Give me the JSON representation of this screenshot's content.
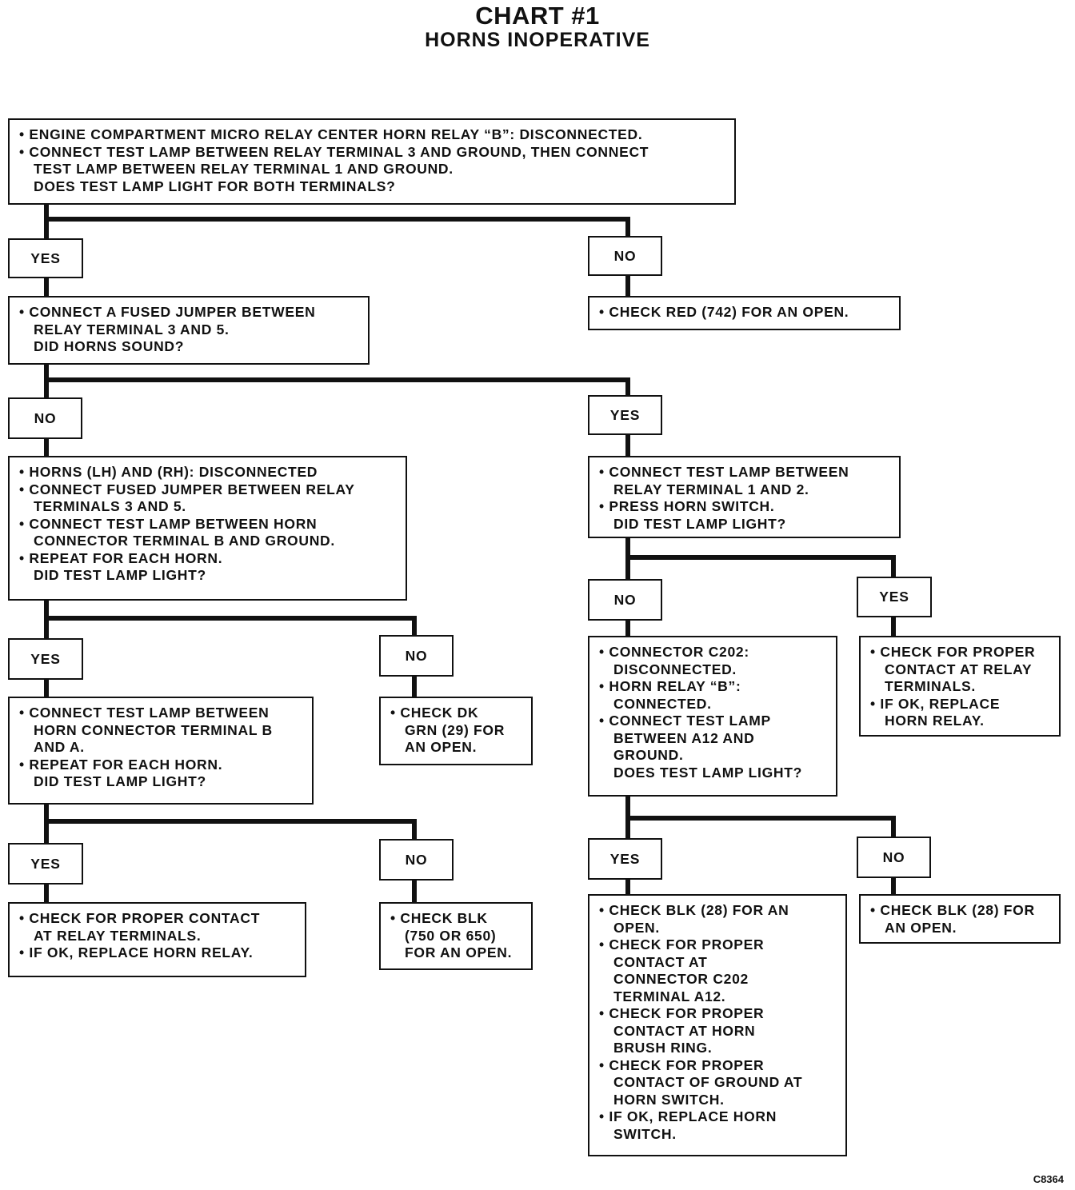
{
  "header": {
    "title": "CHART #1",
    "subtitle": "HORNS INOPERATIVE"
  },
  "nodes": {
    "n1": [
      {
        "bullet": true,
        "text": "ENGINE COMPARTMENT MICRO RELAY CENTER HORN RELAY “B”: DISCONNECTED."
      },
      {
        "bullet": true,
        "text": "CONNECT TEST LAMP BETWEEN RELAY TERMINAL 3 AND GROUND, THEN CONNECT"
      },
      {
        "bullet": false,
        "text": "TEST LAMP BETWEEN RELAY TERMINAL 1 AND GROUND."
      },
      {
        "bullet": false,
        "text": "DOES TEST LAMP LIGHT FOR BOTH TERMINALS?"
      }
    ],
    "n2": [
      {
        "bullet": true,
        "text": "CONNECT A FUSED JUMPER BETWEEN"
      },
      {
        "bullet": false,
        "text": "RELAY TERMINAL 3 AND 5."
      },
      {
        "bullet": false,
        "text": "DID HORNS SOUND?"
      }
    ],
    "n3": [
      {
        "bullet": true,
        "text": "CHECK RED (742) FOR AN OPEN."
      }
    ],
    "n4": [
      {
        "bullet": true,
        "text": "HORNS (LH) AND (RH): DISCONNECTED"
      },
      {
        "bullet": true,
        "text": "CONNECT FUSED JUMPER BETWEEN RELAY"
      },
      {
        "bullet": false,
        "text": "TERMINALS 3 AND 5."
      },
      {
        "bullet": true,
        "text": "CONNECT TEST LAMP BETWEEN HORN"
      },
      {
        "bullet": false,
        "text": "CONNECTOR TERMINAL B AND GROUND."
      },
      {
        "bullet": true,
        "text": "REPEAT FOR EACH HORN."
      },
      {
        "bullet": false,
        "text": "DID TEST LAMP LIGHT?"
      }
    ],
    "n5": [
      {
        "bullet": true,
        "text": "CONNECT TEST LAMP BETWEEN"
      },
      {
        "bullet": false,
        "text": "RELAY TERMINAL 1 AND 2."
      },
      {
        "bullet": true,
        "text": "PRESS HORN SWITCH."
      },
      {
        "bullet": false,
        "text": "DID TEST LAMP LIGHT?"
      }
    ],
    "n6": [
      {
        "bullet": true,
        "text": "CONNECT TEST LAMP BETWEEN"
      },
      {
        "bullet": false,
        "text": "HORN CONNECTOR TERMINAL B"
      },
      {
        "bullet": false,
        "text": "AND A."
      },
      {
        "bullet": true,
        "text": "REPEAT FOR EACH HORN."
      },
      {
        "bullet": false,
        "text": "DID TEST LAMP LIGHT?"
      }
    ],
    "n7": [
      {
        "bullet": true,
        "text": "CHECK DK"
      },
      {
        "bullet": false,
        "text": "GRN (29) FOR"
      },
      {
        "bullet": false,
        "text": "AN OPEN."
      }
    ],
    "n8": [
      {
        "bullet": true,
        "text": "CONNECTOR C202:"
      },
      {
        "bullet": false,
        "text": "DISCONNECTED."
      },
      {
        "bullet": true,
        "text": "HORN RELAY “B”:"
      },
      {
        "bullet": false,
        "text": "CONNECTED."
      },
      {
        "bullet": true,
        "text": "CONNECT TEST LAMP"
      },
      {
        "bullet": false,
        "text": "BETWEEN A12 AND"
      },
      {
        "bullet": false,
        "text": "GROUND."
      },
      {
        "bullet": false,
        "text": "DOES TEST LAMP LIGHT?"
      }
    ],
    "n9": [
      {
        "bullet": true,
        "text": "CHECK FOR PROPER"
      },
      {
        "bullet": false,
        "text": "CONTACT AT RELAY"
      },
      {
        "bullet": false,
        "text": "TERMINALS."
      },
      {
        "bullet": true,
        "text": "IF OK, REPLACE"
      },
      {
        "bullet": false,
        "text": "HORN RELAY."
      }
    ],
    "n10": [
      {
        "bullet": true,
        "text": "CHECK FOR PROPER CONTACT"
      },
      {
        "bullet": false,
        "text": "AT RELAY TERMINALS."
      },
      {
        "bullet": true,
        "text": "IF OK, REPLACE HORN RELAY."
      }
    ],
    "n11": [
      {
        "bullet": true,
        "text": "CHECK BLK"
      },
      {
        "bullet": false,
        "text": "(750 OR 650)"
      },
      {
        "bullet": false,
        "text": "FOR AN OPEN."
      }
    ],
    "n12": [
      {
        "bullet": true,
        "text": "CHECK BLK (28) FOR AN"
      },
      {
        "bullet": false,
        "text": "OPEN."
      },
      {
        "bullet": true,
        "text": "CHECK FOR PROPER"
      },
      {
        "bullet": false,
        "text": "CONTACT AT"
      },
      {
        "bullet": false,
        "text": "CONNECTOR C202"
      },
      {
        "bullet": false,
        "text": "TERMINAL A12."
      },
      {
        "bullet": true,
        "text": "CHECK FOR PROPER"
      },
      {
        "bullet": false,
        "text": "CONTACT AT HORN"
      },
      {
        "bullet": false,
        "text": "BRUSH RING."
      },
      {
        "bullet": true,
        "text": "CHECK FOR PROPER"
      },
      {
        "bullet": false,
        "text": "CONTACT OF GROUND AT"
      },
      {
        "bullet": false,
        "text": "HORN SWITCH."
      },
      {
        "bullet": true,
        "text": "IF OK, REPLACE HORN"
      },
      {
        "bullet": false,
        "text": "SWITCH."
      }
    ],
    "n13": [
      {
        "bullet": true,
        "text": "CHECK BLK (28) FOR"
      },
      {
        "bullet": false,
        "text": "AN OPEN."
      }
    ]
  },
  "labels": {
    "l1": "YES",
    "l2": "NO",
    "l3": "NO",
    "l4": "YES",
    "l5": "YES",
    "l6": "NO",
    "l7": "NO",
    "l8": "YES",
    "l9": "YES",
    "l10": "NO",
    "l11": "YES",
    "l12": "NO"
  },
  "footer": {
    "code": "C8364"
  }
}
